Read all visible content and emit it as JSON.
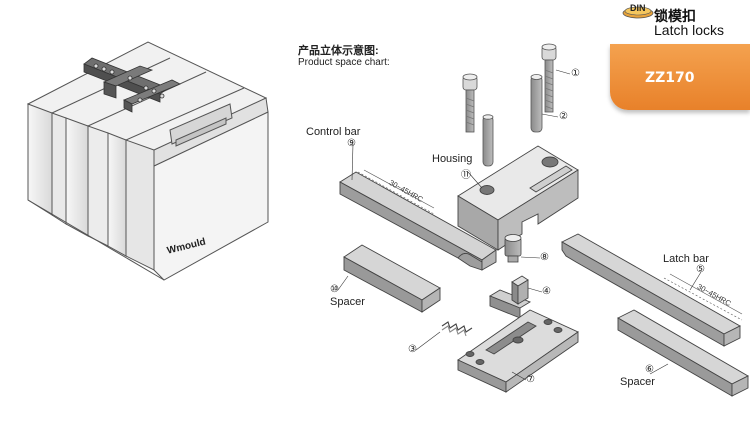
{
  "header": {
    "din_label": "DIN",
    "brand_cn": "锁模扣",
    "brand_en": "Latch locks",
    "model": "ZZ170",
    "accent_color": "#e8812a"
  },
  "chart_title": {
    "cn": "产品立体示意图:",
    "en": "Product space chart:"
  },
  "mold_brand": "Wmould",
  "parts": {
    "p1": "①",
    "p2": "②",
    "p3": "③",
    "p4": "④",
    "p5": "⑤",
    "p6": "⑥",
    "p7": "⑦",
    "p8": "⑧",
    "p9": "⑨",
    "p10": "⑩",
    "p11": "⑪"
  },
  "labels": {
    "control_bar": "Control bar",
    "housing": "Housing",
    "latch_bar": "Latch bar",
    "spacer_left": "Spacer",
    "spacer_right": "Spacer",
    "hardness_1": "30~45HRC",
    "hardness_2": "30~45HRC"
  }
}
